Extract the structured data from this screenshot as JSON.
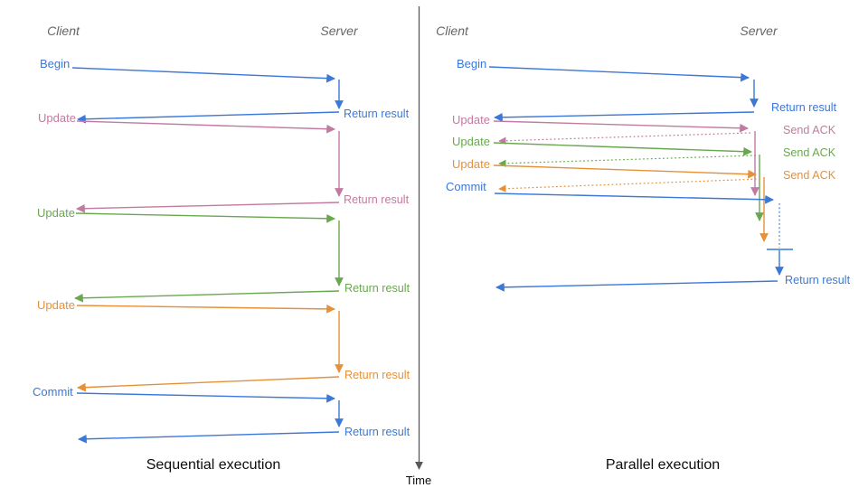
{
  "figure": {
    "time_axis_label": "Time"
  },
  "colors": {
    "blue": "#3b78d8",
    "pink": "#c27ba0",
    "green": "#6aa84f",
    "orange": "#e69138",
    "time_axis_gray": "#595959",
    "lifeline_header_gray": "#666666",
    "title_black": "#0d0d0d"
  },
  "panels": [
    {
      "title": "Sequential execution",
      "client_label": "Client",
      "server_label": "Server",
      "messages": [
        {
          "request": "Begin",
          "response": "Return result",
          "color": "blue",
          "response_style": "solid"
        },
        {
          "request": "Update",
          "response": "Return result",
          "color": "pink",
          "response_style": "solid"
        },
        {
          "request": "Update",
          "response": "Return result",
          "color": "green",
          "response_style": "solid"
        },
        {
          "request": "Update",
          "response": "Return result",
          "color": "orange",
          "response_style": "solid"
        },
        {
          "request": "Commit",
          "response": "Return result",
          "color": "blue",
          "response_style": "solid"
        }
      ]
    },
    {
      "title": "Parallel execution",
      "client_label": "Client",
      "server_label": "Server",
      "messages": [
        {
          "request": "Begin",
          "response": "Return result",
          "color": "blue",
          "response_style": "solid"
        },
        {
          "request": "Update",
          "response": "Send ACK",
          "color": "pink",
          "response_style": "dotted"
        },
        {
          "request": "Update",
          "response": "Send ACK",
          "color": "green",
          "response_style": "dotted"
        },
        {
          "request": "Update",
          "response": "Send ACK",
          "color": "orange",
          "response_style": "dotted"
        },
        {
          "request": "Commit",
          "response": "Return result",
          "color": "blue",
          "response_style": "dotted-wait-then-solid"
        }
      ]
    }
  ]
}
